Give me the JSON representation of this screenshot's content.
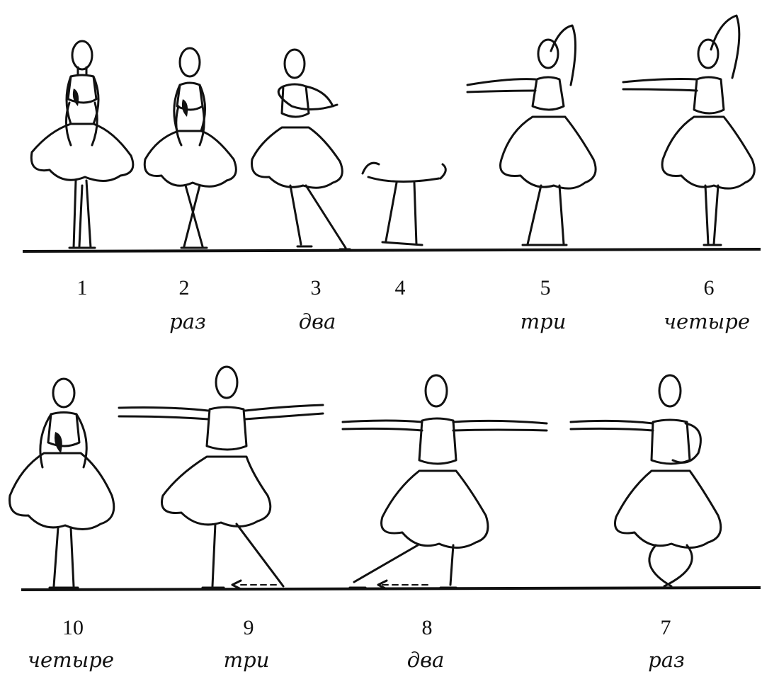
{
  "row_top": {
    "figures": [
      {
        "number": "1",
        "count": ""
      },
      {
        "number": "2",
        "count": "раз"
      },
      {
        "number": "3",
        "count": "два"
      },
      {
        "number": "4",
        "count": ""
      },
      {
        "number": "5",
        "count": "три"
      },
      {
        "number": "6",
        "count": "четыре"
      }
    ]
  },
  "row_bottom": {
    "figures": [
      {
        "number": "10",
        "count": "четыре"
      },
      {
        "number": "9",
        "count": "три"
      },
      {
        "number": "8",
        "count": "два"
      },
      {
        "number": "7",
        "count": "раз"
      }
    ]
  }
}
